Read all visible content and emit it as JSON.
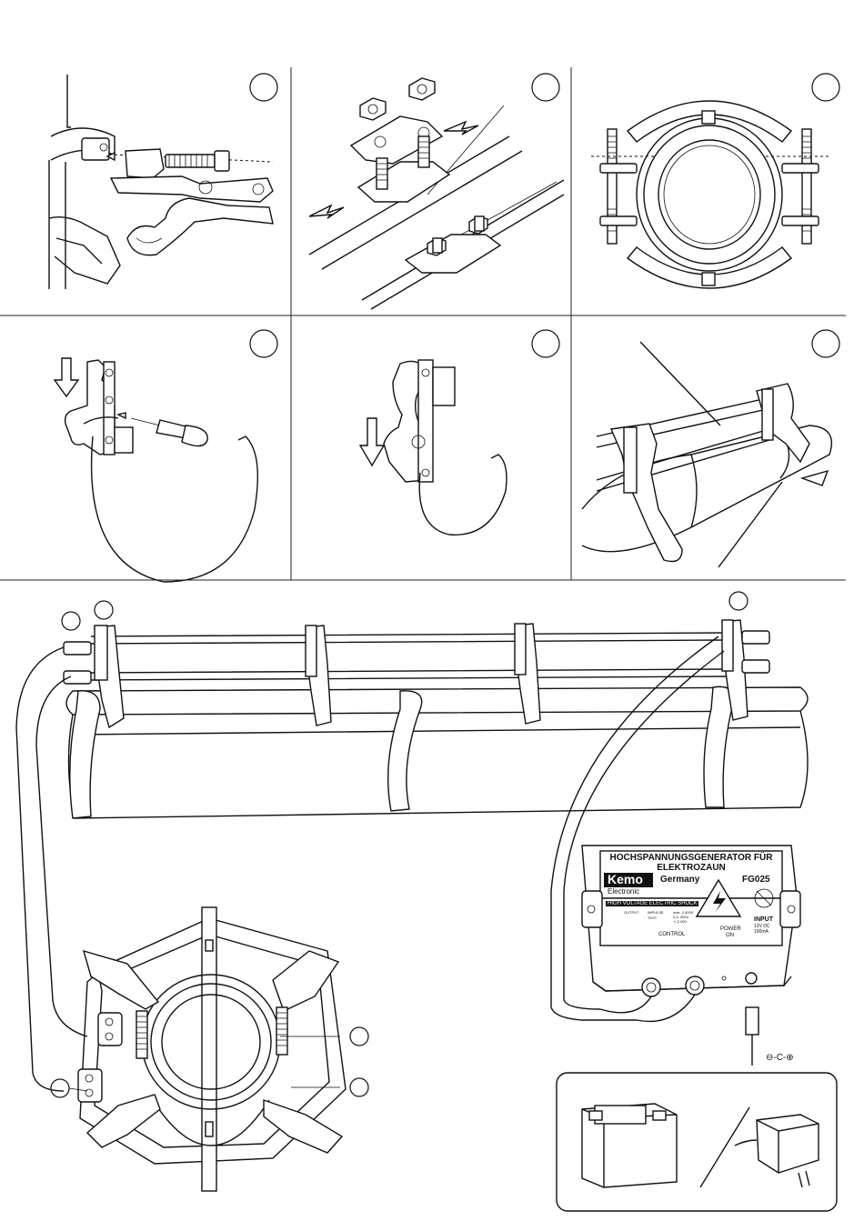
{
  "device": {
    "title_line1": "HOCHSPANNUNGSGENERATOR FÜR",
    "title_line2": "ELEKTROZAUN",
    "brand": "Kemo",
    "brand_sub": "Electronic",
    "country": "Germany",
    "model": "FG025",
    "warning": "HIGH VOLTAGE ELECTRIC SHOCK",
    "spec_output": "OUTPUT",
    "spec_impulse": "IMPULSE",
    "spec_values": "max. 2.400V",
    "spec_values2": "0,5..20Hz",
    "spec_values3": "+/-2.000",
    "spec_test": "TEST",
    "label_control": "CONTROL",
    "label_power": "POWER",
    "label_on": "ON",
    "input_title": "INPUT",
    "input_v": "12V DC",
    "input_a": "100mA"
  },
  "polarity": "⊖-C-⊕",
  "colors": {
    "ink": "#111111",
    "paper": "#ffffff",
    "brand_fill": "#111111"
  }
}
